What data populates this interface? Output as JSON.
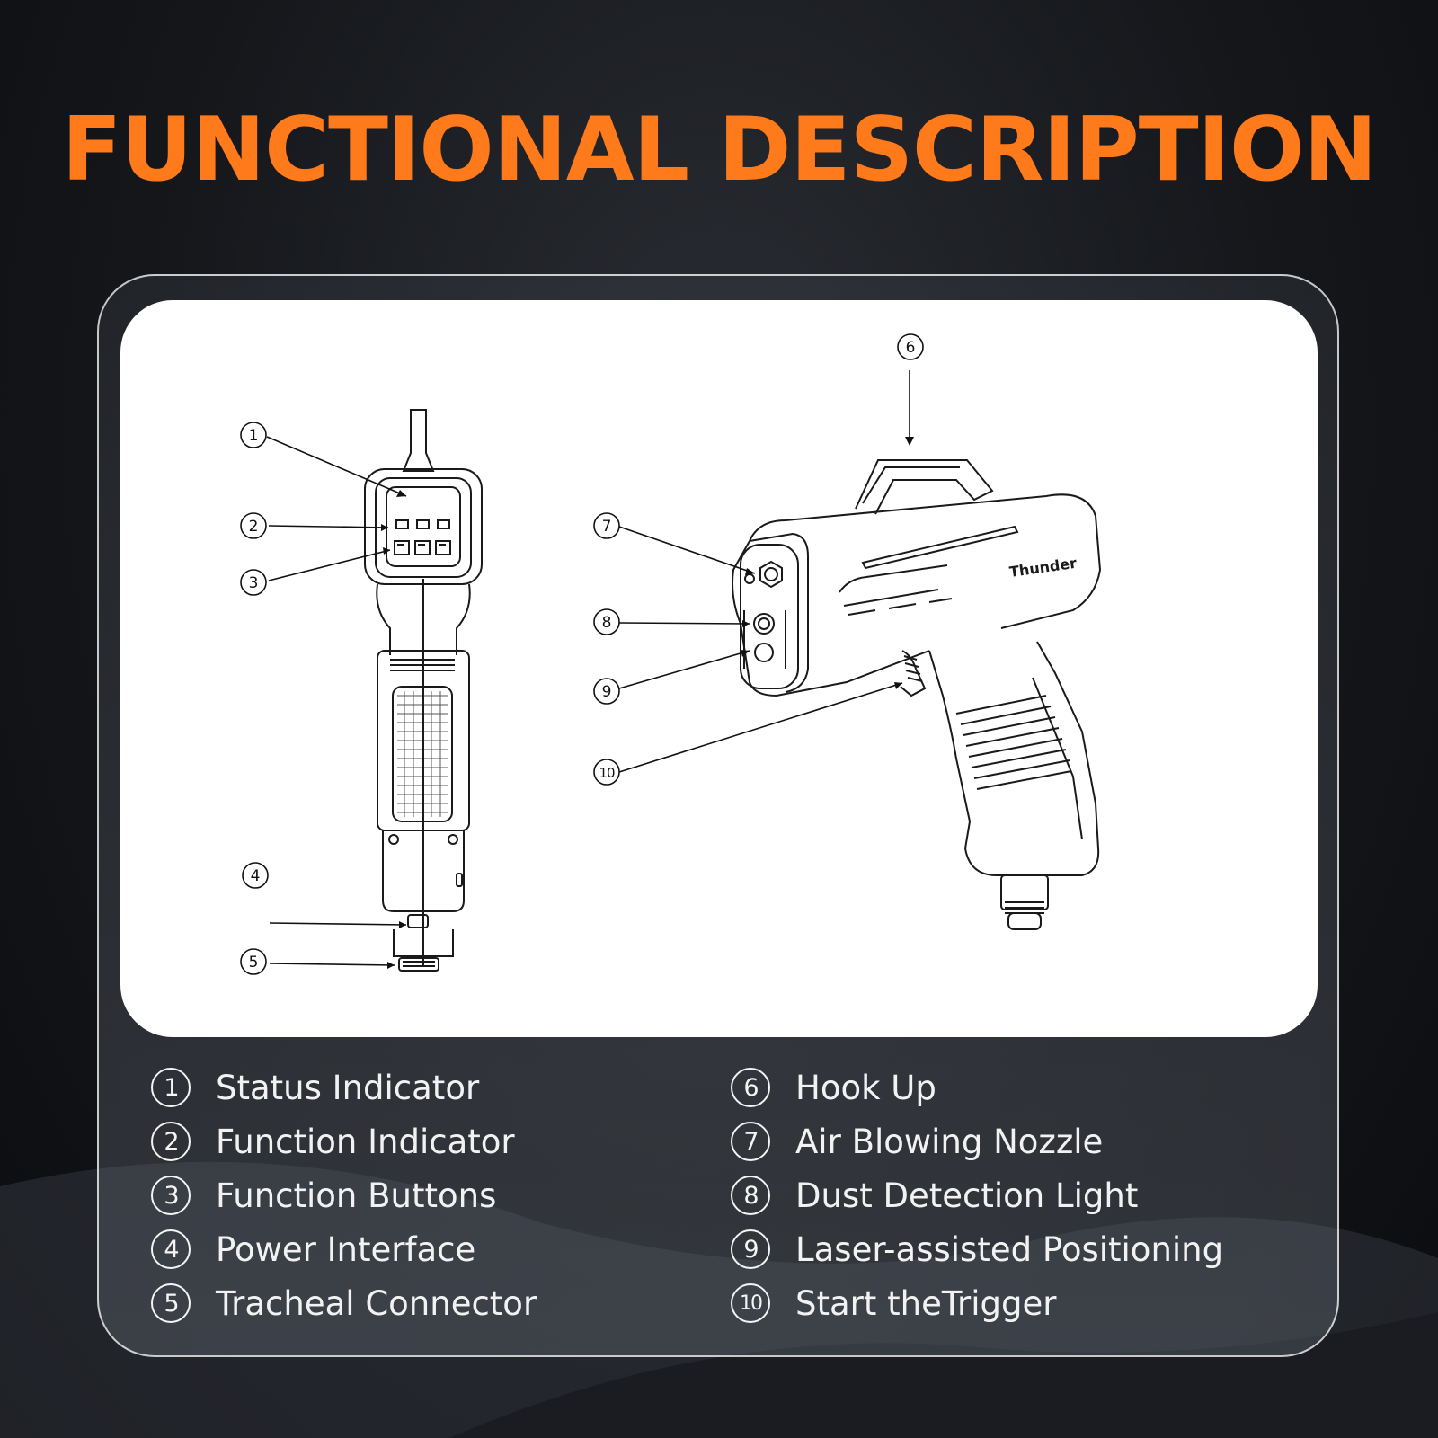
{
  "title": "FUNCTIONAL DESCRIPTION",
  "colors": {
    "title": "#ff7a1a",
    "background": "#15171b",
    "panel": "#ffffff",
    "line": "#1a1a1a"
  },
  "callouts": [
    "1",
    "2",
    "3",
    "4",
    "5",
    "6",
    "7",
    "8",
    "9",
    "10"
  ],
  "legend": {
    "left": [
      {
        "num": "1",
        "label": "Status Indicator"
      },
      {
        "num": "2",
        "label": "Function Indicator"
      },
      {
        "num": "3",
        "label": "Function Buttons"
      },
      {
        "num": "4",
        "label": "Power Interface"
      },
      {
        "num": "5",
        "label": "Tracheal Connector"
      }
    ],
    "right": [
      {
        "num": "6",
        "label": "Hook Up"
      },
      {
        "num": "7",
        "label": "Air Blowing Nozzle"
      },
      {
        "num": "8",
        "label": "Dust Detection Light"
      },
      {
        "num": "9",
        "label": "Laser-assisted Positioning"
      },
      {
        "num": "10",
        "label": "Start theTrigger"
      }
    ]
  }
}
